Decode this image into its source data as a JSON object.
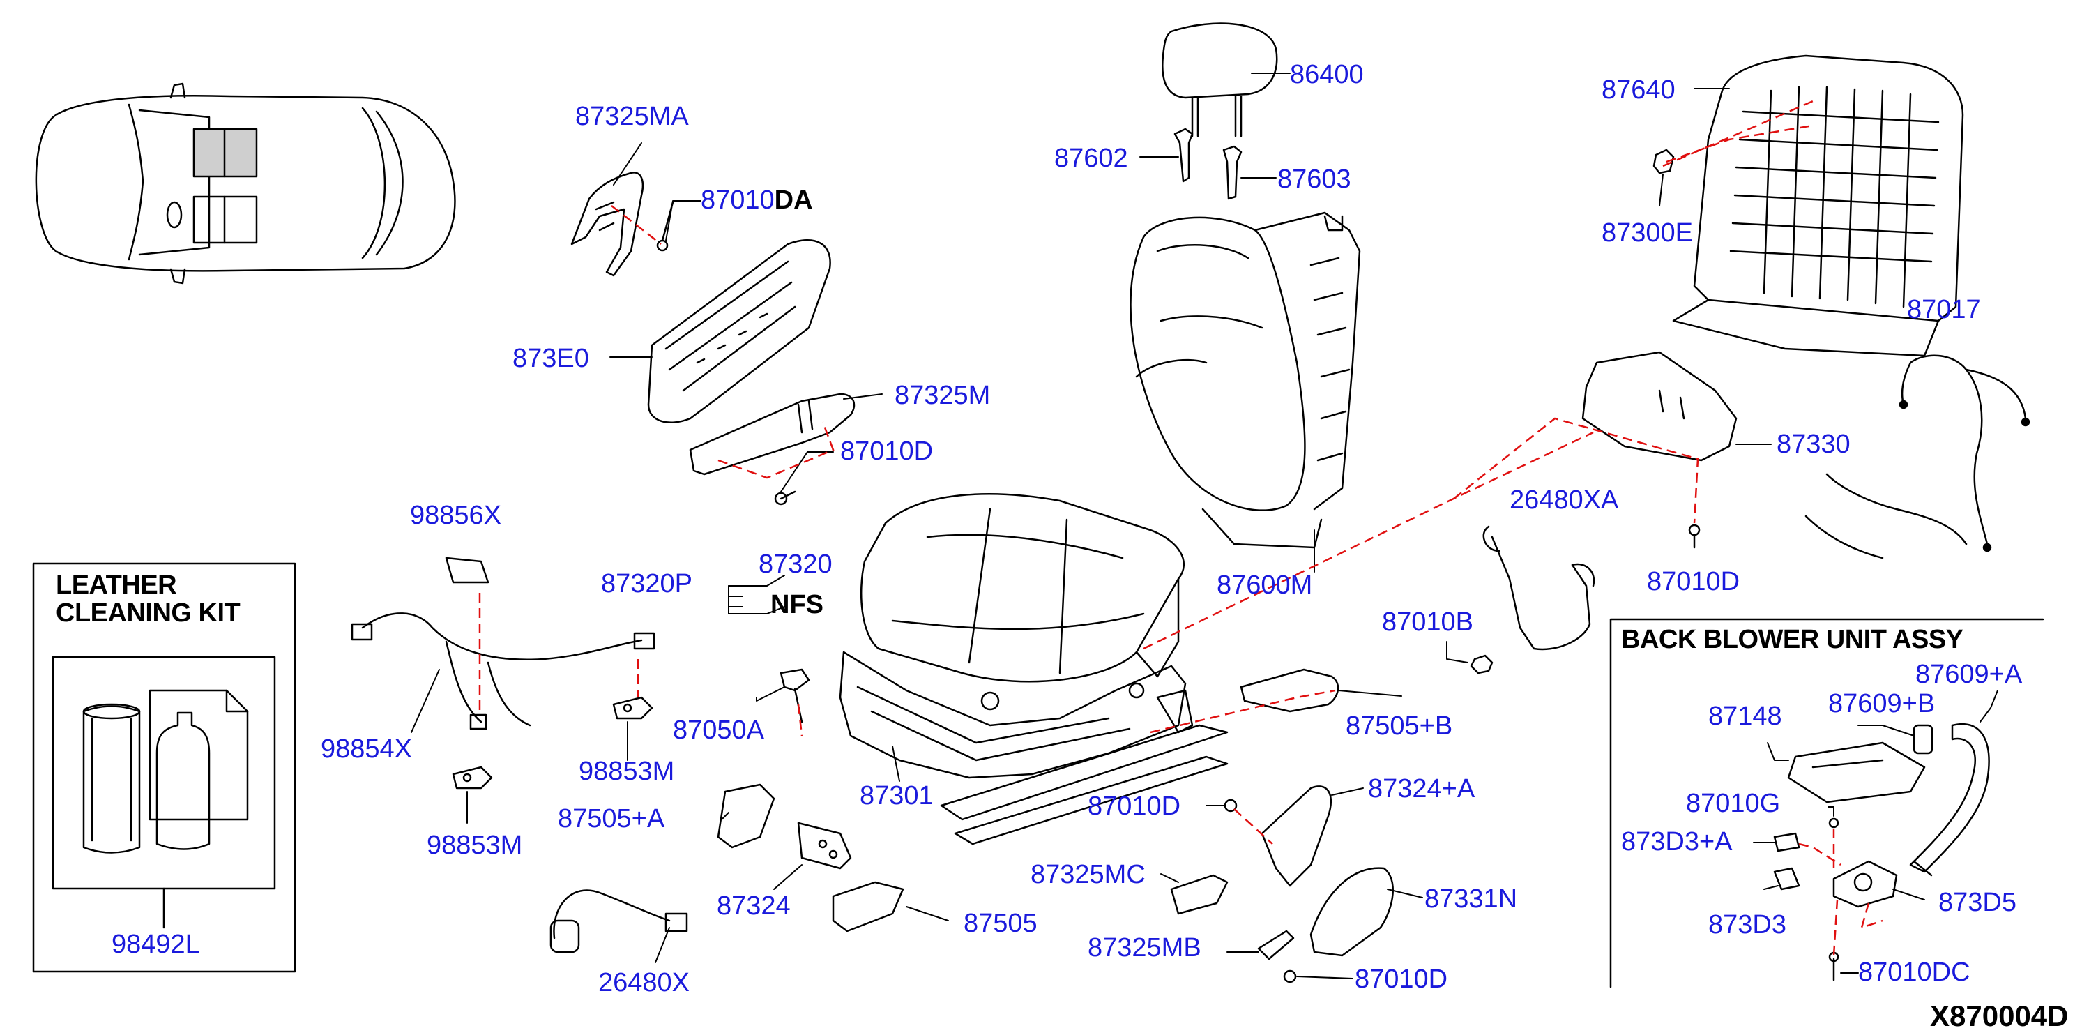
{
  "diagram": {
    "figure_code": "X870004D",
    "colors": {
      "callout_text": "#1a1adc",
      "leader_red": "#e01010",
      "line": "#000000",
      "shade": "#cfcfcf"
    },
    "boxes": {
      "cleaning_kit": {
        "title_line1": "LEATHER",
        "title_line2": "CLEANING KIT",
        "part": "98492L"
      },
      "blower": {
        "title": "BACK BLOWER UNIT ASSY"
      }
    },
    "labels": {
      "nfs": "NFS"
    },
    "callouts": {
      "p87325MA": "87325MA",
      "p87010DA": "87010",
      "p87010DA_suffix": "DA",
      "p873E0": "873E0",
      "p87325M": "87325M",
      "p87010D_a": "87010D",
      "p86400": "86400",
      "p87602": "87602",
      "p87603": "87603",
      "p87640": "87640",
      "p87300E": "87300E",
      "p87017": "87017",
      "p87330": "87330",
      "p26480XA": "26480XA",
      "p87010D_b": "87010D",
      "p87600M": "87600M",
      "p98856X": "98856X",
      "p87320P": "87320P",
      "p87320": "87320",
      "p98854X": "98854X",
      "p98853M_a": "98853M",
      "p98853M_b": "98853M",
      "p87050A": "87050A",
      "p87301": "87301",
      "p87010B": "87010B",
      "p87505B": "87505+B",
      "p87505A": "87505+A",
      "p87324": "87324",
      "p87505": "87505",
      "p26480X": "26480X",
      "p87010D_c": "87010D",
      "p87324A": "87324+A",
      "p87325MC": "87325MC",
      "p87331N": "87331N",
      "p87325MB": "87325MB",
      "p87010D_d": "87010D",
      "p87148": "87148",
      "p87609B": "87609+B",
      "p87609A": "87609+A",
      "p87010G": "87010G",
      "p873D3A": "873D3+A",
      "p873D3": "873D3",
      "p873D5": "873D5",
      "p87010DC": "87010DC"
    }
  }
}
